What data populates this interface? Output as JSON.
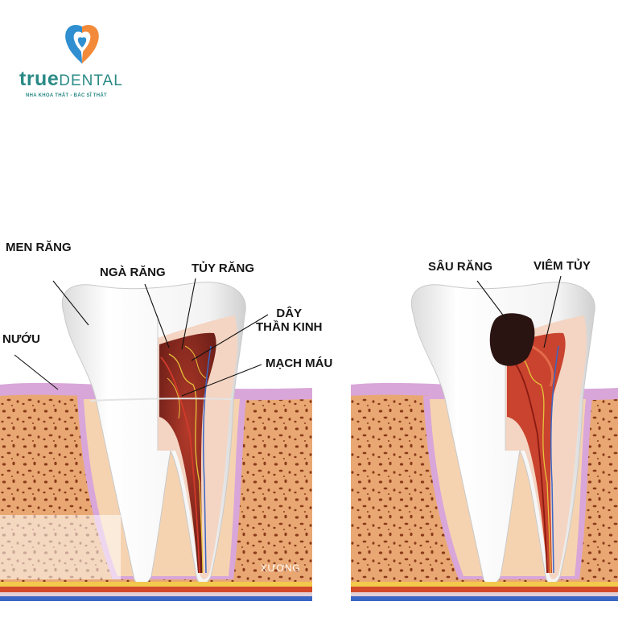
{
  "logo": {
    "brand_part1": "true",
    "brand_part2": "DENTAL",
    "tagline": "NHA KHOA THẬT - BÁC SĨ THẬT",
    "colors": {
      "heart_blue": "#2f8fd0",
      "heart_orange": "#f28a3a",
      "text": "#2a8a86"
    }
  },
  "labels": {
    "enamel": "MEN RĂNG",
    "dentin": "NGÀ RĂNG",
    "pulp": "TỦY RĂNG",
    "nerve_line1": "DÂY",
    "nerve_line2": "THẦN KINH",
    "blood_vessel": "MẠCH MÁU",
    "gum": "NƯỚU",
    "bone": "XƯƠNG",
    "decay": "SÂU RĂNG",
    "pulpitis": "VIÊM TỦY"
  }
}
